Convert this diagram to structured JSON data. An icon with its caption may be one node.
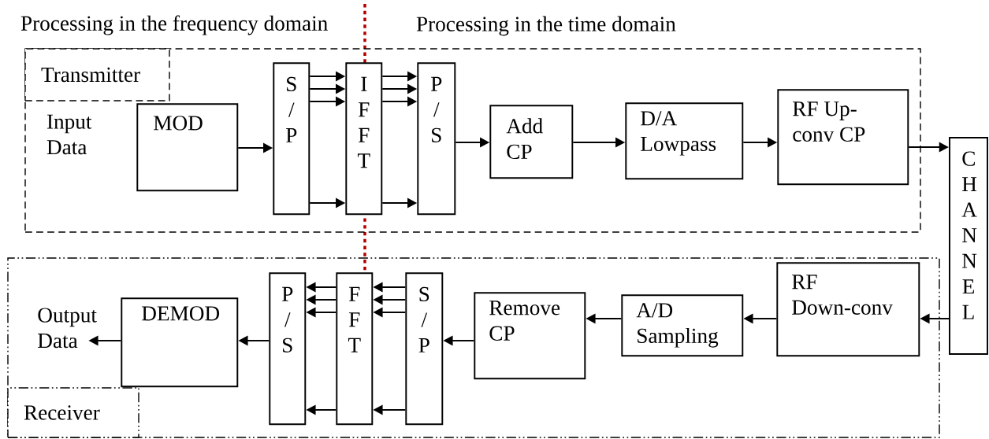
{
  "diagram": {
    "nodes": [
      {
        "text": [
          "Transmitter"
        ]
      },
      {
        "text": [
          "MOD"
        ],
        "in": 0
      },
      {
        "text": [
          "S / P"
        ],
        "in": 0
      },
      {
        "text": [
          "I F F T"
        ],
        "in": 0
      },
      {
        "text": [
          "P / S"
        ],
        "in": 0
      },
      {
        "text": [
          "Add CP"
        ],
        "in": 0
      },
      {
        "text": [
          "D/A Lowpass"
        ],
        "in": 0
      },
      {
        "text": [
          "RF Up- conv CP"
        ],
        "in": 0
      },
      {
        "text": [
          "C H A N N E L"
        ]
      },
      {
        "text": [
          "Receiver"
        ]
      },
      {
        "text": [
          "RF Down-conv"
        ],
        "in": 9
      },
      {
        "text": [
          "A/D Sampling"
        ],
        "in": 9
      },
      {
        "text": [
          "Remove CP"
        ],
        "in": 9
      },
      {
        "text": [
          "S / P"
        ],
        "in": 9
      },
      {
        "text": [
          "F F T"
        ],
        "in": 9
      },
      {
        "text": [
          "P / S"
        ],
        "in": 9
      },
      {
        "text": [
          "DEMOD"
        ],
        "in": 9
      },
      {
        "text": [
          "Output Data"
        ],
        "in": 9
      }
    ],
    "edges": [
      {
        "from": 1,
        "to": 2,
        "arrow": "to"
      },
      {
        "from": 2,
        "to": 3,
        "arrow": "to"
      },
      {
        "from": 2,
        "to": 3,
        "arrow": "to"
      },
      {
        "from": 2,
        "to": 3,
        "arrow": "to"
      },
      {
        "from": 2,
        "to": 3,
        "arrow": "to"
      },
      {
        "from": 3,
        "to": 4,
        "arrow": "to"
      },
      {
        "from": 3,
        "to": 4,
        "arrow": "to"
      },
      {
        "from": 3,
        "to": 4,
        "arrow": "to"
      },
      {
        "from": 3,
        "to": 4,
        "arrow": "to"
      },
      {
        "from": 4,
        "to": 5,
        "arrow": "to"
      },
      {
        "from": 5,
        "to": 6,
        "arrow": "to"
      },
      {
        "from": 6,
        "to": 7,
        "arrow": "to"
      },
      {
        "from": 7,
        "to": 8,
        "arrow": "to"
      },
      {
        "from": 8,
        "to": 10,
        "arrow": "to"
      },
      {
        "from": 10,
        "to": 11,
        "arrow": "to"
      },
      {
        "from": 11,
        "to": 12,
        "arrow": "to"
      },
      {
        "from": 12,
        "to": 13,
        "arrow": "to"
      },
      {
        "from": 13,
        "to": 14,
        "arrow": "to"
      },
      {
        "from": 13,
        "to": 14,
        "arrow": "to"
      },
      {
        "from": 13,
        "to": 14,
        "arrow": "to"
      },
      {
        "from": 13,
        "to": 14,
        "arrow": "to"
      },
      {
        "from": 14,
        "to": 15,
        "arrow": "to"
      },
      {
        "from": 14,
        "to": 15,
        "arrow": "to"
      },
      {
        "from": 14,
        "to": 15,
        "arrow": "to"
      },
      {
        "from": 14,
        "to": 15,
        "arrow": "to"
      },
      {
        "from": 15,
        "to": 16,
        "arrow": "to"
      },
      {
        "from": 16,
        "to": 17,
        "arrow": "to"
      }
    ],
    "labels": [
      "Processing in the frequency domain",
      "Processing in the time domain",
      "Input Data"
    ]
  }
}
